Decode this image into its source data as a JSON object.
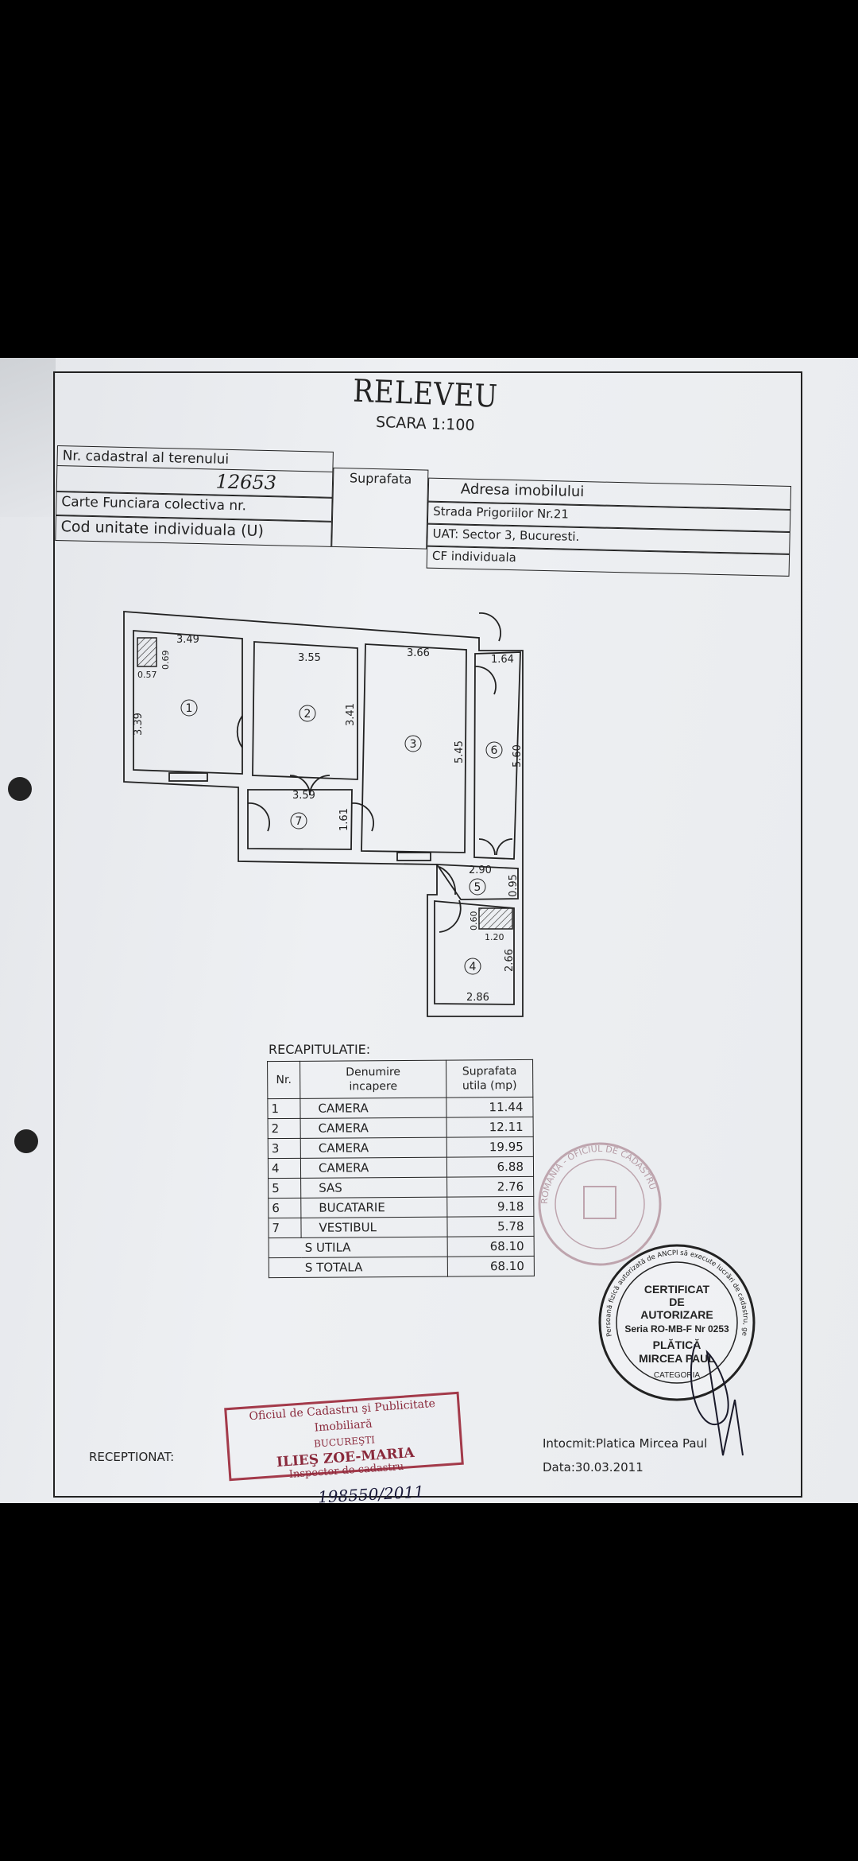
{
  "document": {
    "title": "RELEVEU",
    "scale": "SCARA 1:100"
  },
  "header_table": {
    "cadastral_label": "Nr. cadastral al terenului",
    "cadastral_value": "12653",
    "carte_funciara_label": "Carte Funciara colectiva nr.",
    "cod_unitate_label": "Cod unitate individuala (U)",
    "suprafata_label": "Suprafata",
    "address_label": "Adresa imobilului",
    "street": "Strada Prigoriilor Nr.21",
    "uat": "UAT: Sector 3, Bucuresti.",
    "cf": "CF individuala"
  },
  "floor_plan": {
    "rooms": [
      "1",
      "2",
      "3",
      "4",
      "5",
      "6",
      "7"
    ],
    "dimensions": {
      "r1_width": "3.49",
      "r1_height": "3.39",
      "r1_box_w": "0.57",
      "r1_box_h": "0.69",
      "r2_width": "3.55",
      "r2_height": "3.41",
      "r3_width": "3.66",
      "r3_height": "5.45",
      "r6_width": "1.64",
      "r6_height": "5.60",
      "r7_width": "3.59",
      "r7_height": "1.61",
      "r5_width": "2.90",
      "r5_height": "0.95",
      "r4_box_h": "0.60",
      "r4_box_w": "1.20",
      "r4_height": "2.66",
      "r4_width": "2.86"
    }
  },
  "recap": {
    "title": "RECAPITULATIE:",
    "headers": {
      "nr": "Nr.",
      "name_1": "Denumire",
      "name_2": "incapere",
      "area_1": "Suprafata",
      "area_2": "utila (mp)"
    },
    "rows": [
      {
        "nr": "1",
        "name": "CAMERA",
        "area": "11.44"
      },
      {
        "nr": "2",
        "name": "CAMERA",
        "area": "12.11"
      },
      {
        "nr": "3",
        "name": "CAMERA",
        "area": "19.95"
      },
      {
        "nr": "4",
        "name": "CAMERA",
        "area": "6.88"
      },
      {
        "nr": "5",
        "name": "SAS",
        "area": "2.76"
      },
      {
        "nr": "6",
        "name": "BUCATARIE",
        "area": "9.18"
      },
      {
        "nr": "7",
        "name": "VESTIBUL",
        "area": "5.78"
      }
    ],
    "s_utila_label": "S UTILA",
    "s_utila": "68.10",
    "s_totala_label": "S TOTALA",
    "s_totala": "68.10"
  },
  "stamps": {
    "ocpi_round": "ROMANIA - OFICIUL DE CADASTRU",
    "red_line1": "Oficiul de Cadastru şi Publicitate Imobiliară",
    "red_line2": "BUCUREŞTI",
    "red_line3": "ILIEŞ ZOE-MARIA",
    "red_line4": "Inspector de cadastru",
    "cert_ring": "Persoană fizică autorizată de ANCPI să execute lucrări de cadastru, geodezie şi cartografie",
    "cert_line1": "CERTIFICAT",
    "cert_line2": "DE",
    "cert_line3": "AUTORIZARE",
    "cert_line4": "Seria RO-MB-F Nr 0253",
    "cert_line5": "PLĂTICĂ",
    "cert_line6": "MIRCEA PAUL",
    "cert_line7": "CATEGORIA"
  },
  "footer": {
    "receptionat": "RECEPTIONAT:",
    "registration_number": "198550/2011",
    "intocmit": "Intocmit:Platica Mircea Paul",
    "data": "Data:30.03.2011"
  },
  "colors": {
    "ink": "#222222",
    "red_stamp": "#a33a4a",
    "pen": "#2a3a7a",
    "paper": "#e9ebee"
  }
}
